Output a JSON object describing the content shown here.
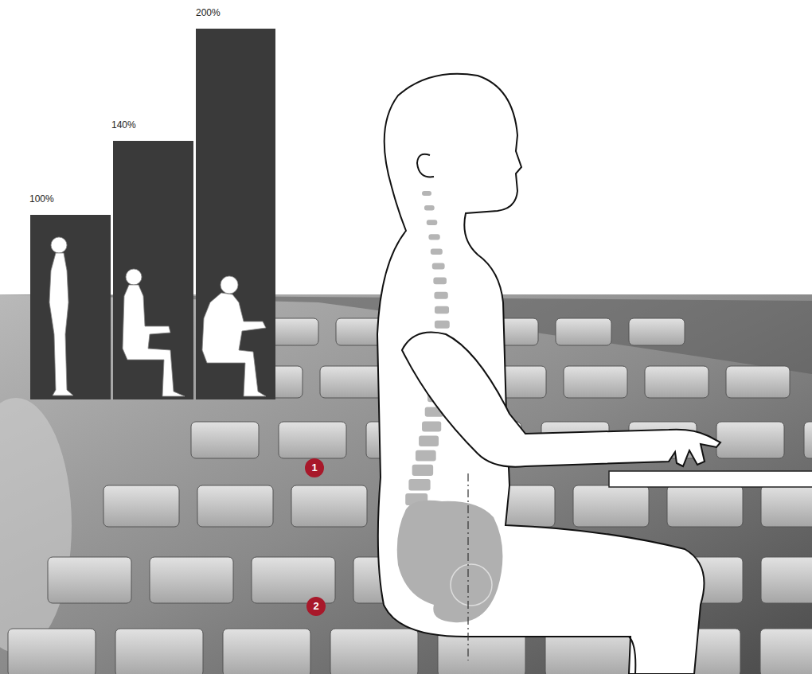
{
  "diagram": {
    "labels": [
      "100%",
      "140%",
      "200%",
      "1",
      "2"
    ]
  }
}
